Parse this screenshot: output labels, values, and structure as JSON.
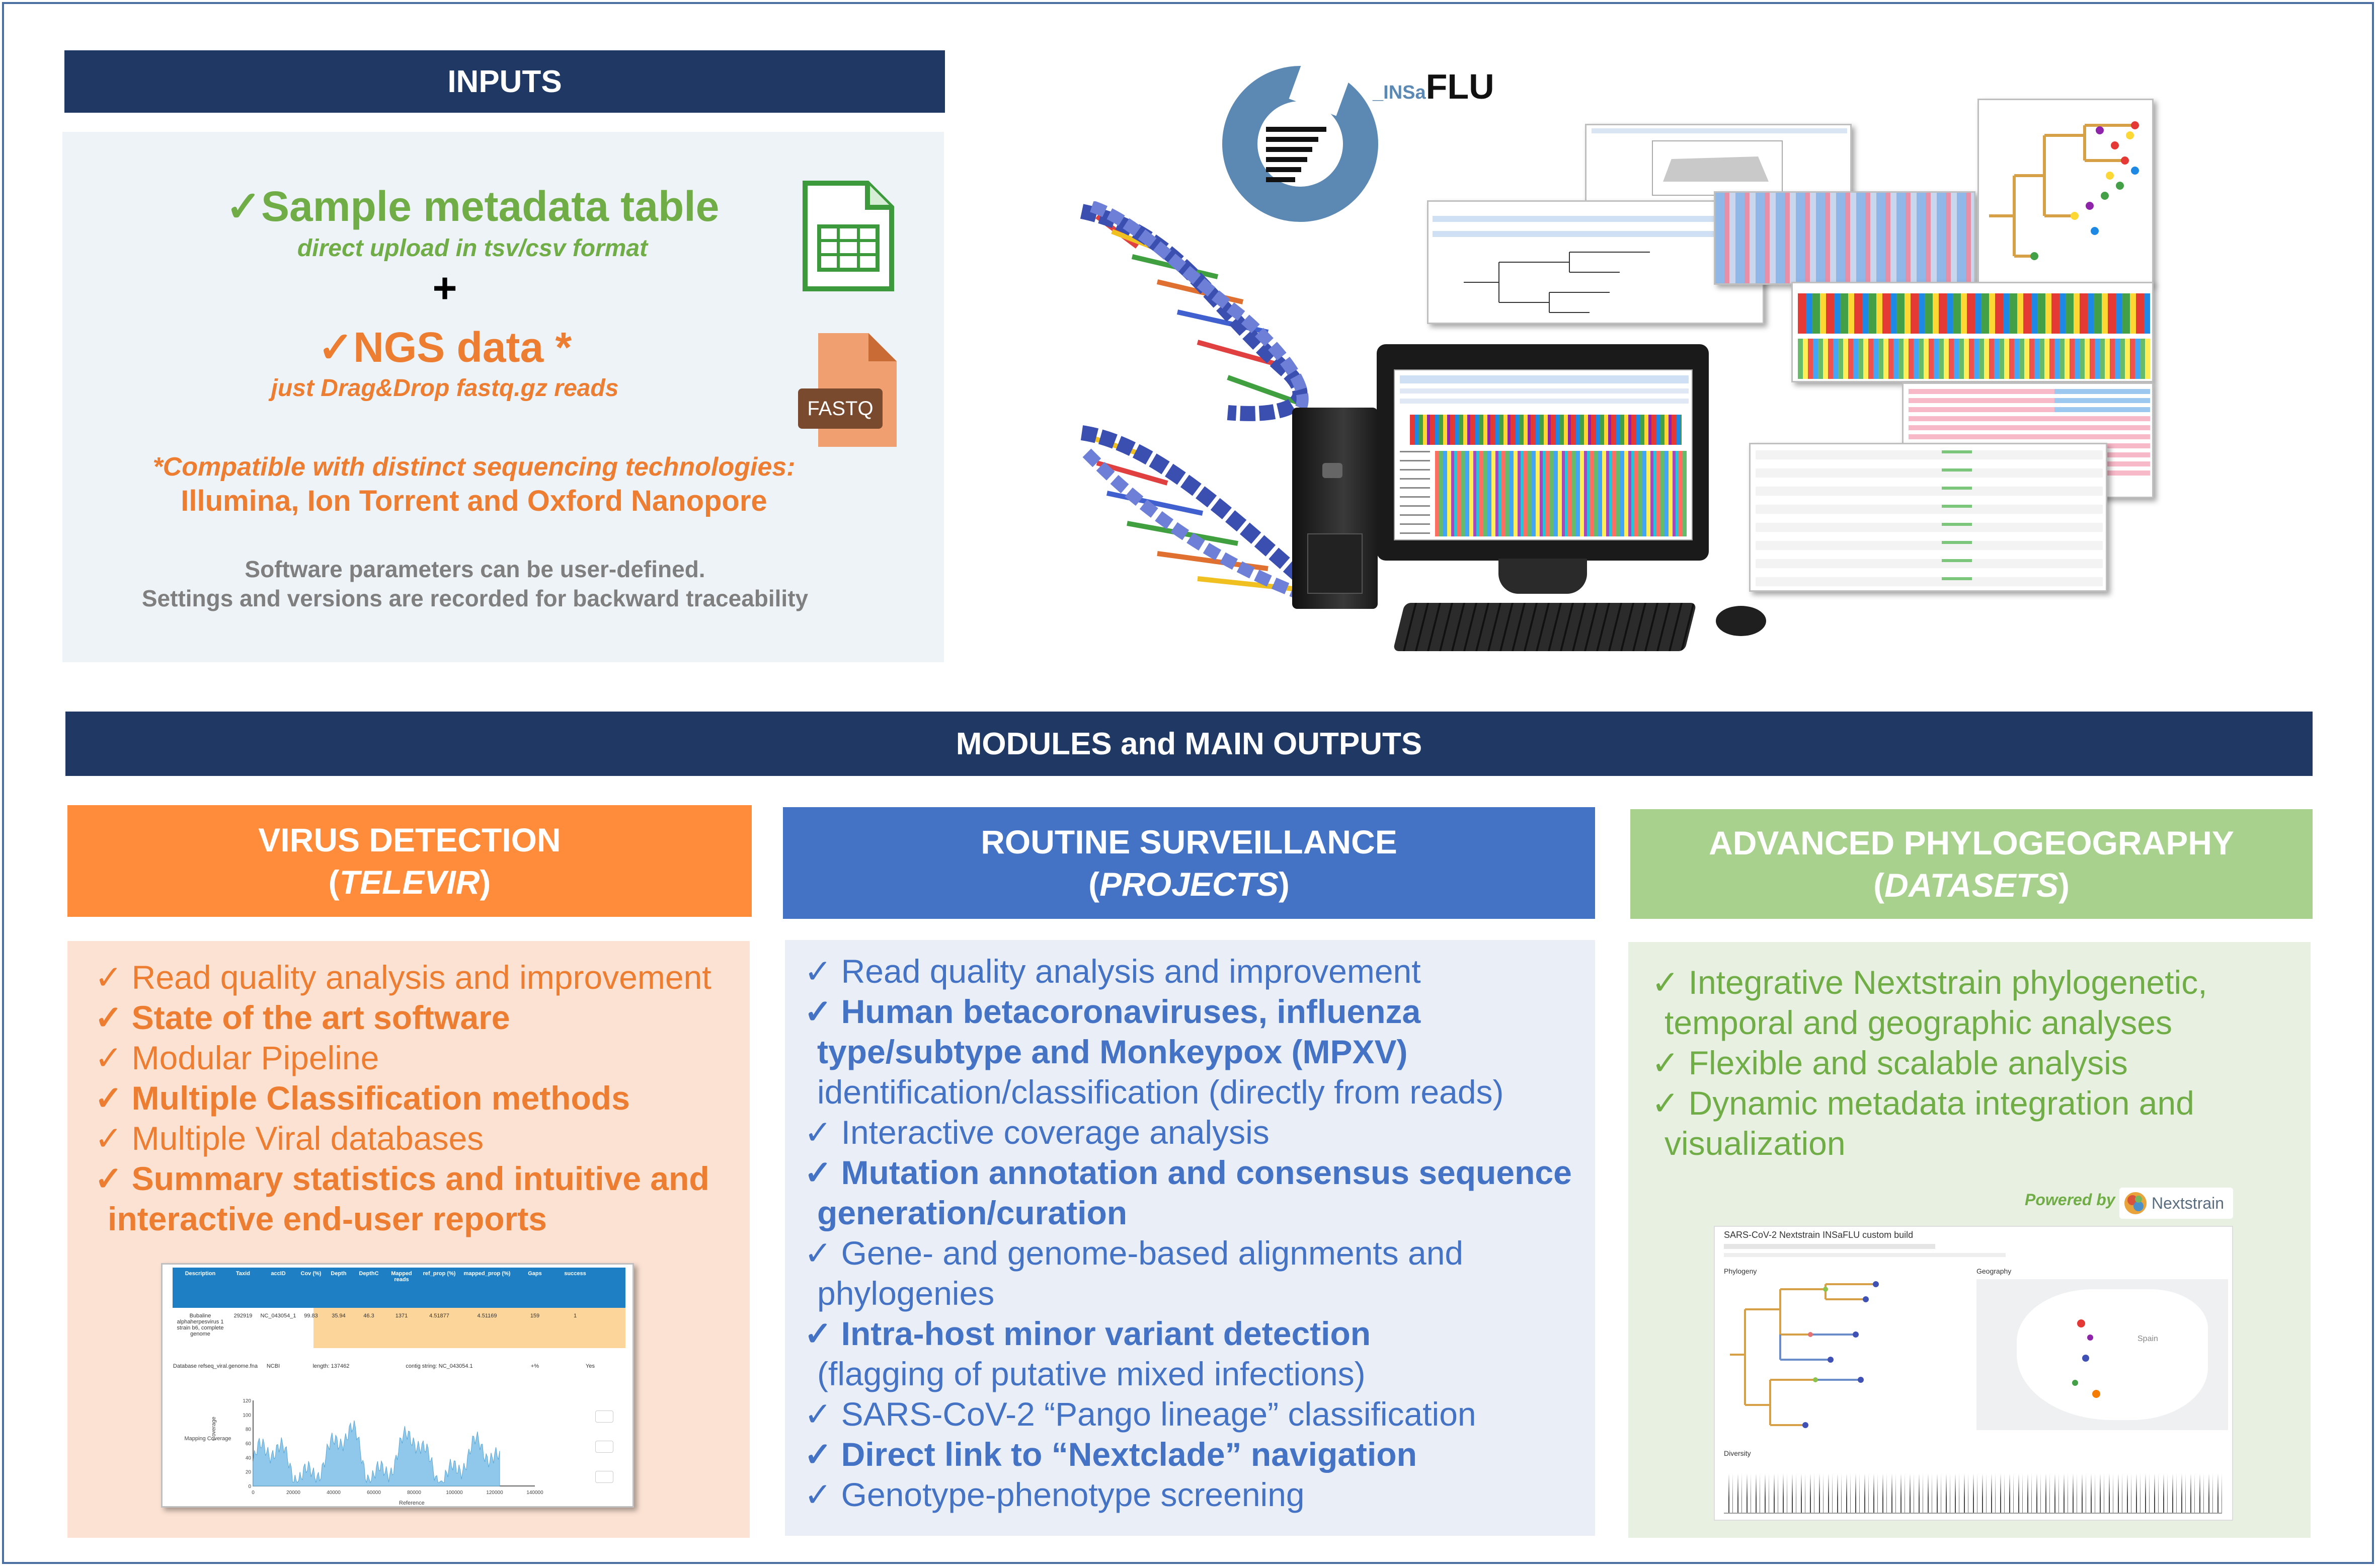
{
  "inputs": {
    "banner": "INPUTS",
    "metadata_title": "Sample metadata table",
    "metadata_sub": "direct upload in tsv/csv format",
    "plus": "+",
    "ngs_title": "NGS data *",
    "ngs_sub": "just Drag&Drop fastq.gz reads",
    "fastq_label": "FASTQ",
    "compat_line1": "*Compatible with distinct sequencing technologies:",
    "compat_line2": "Illumina, Ion Torrent and Oxford Nanopore",
    "params_line1": "Software parameters can be user-defined.",
    "params_line2": "Settings and versions are recorded for backward traceability",
    "check": "✓"
  },
  "logo": {
    "prefix": "_INSa",
    "suffix": "FLU"
  },
  "modules_banner": "MODULES and MAIN OUTPUTS",
  "televir": {
    "title": "VIRUS DETECTION",
    "subtitle": "TELEVIR",
    "color": "#ff8c3a",
    "items": [
      {
        "text": "Read quality analysis and improvement",
        "bold": false
      },
      {
        "text": "State of the art software",
        "bold": true
      },
      {
        "text": "Modular Pipeline",
        "bold": false
      },
      {
        "text": "Multiple Classification methods",
        "bold": true
      },
      {
        "text": "Multiple Viral databases",
        "bold": false
      },
      {
        "text": "Summary statistics and intuitive and",
        "bold": true
      },
      {
        "text": "interactive end-user reports",
        "bold": true
      }
    ],
    "table_headers": [
      "Description",
      "Taxid",
      "accID",
      "Cov (%)",
      "Depth",
      "DepthC",
      "Mapped reads",
      "ref_prop (%)",
      "mapped_prop (%)",
      "Gaps",
      "success"
    ],
    "table_row": [
      "Bubaline alphaherpesvirus 1 strain b6, complete genome",
      "292919",
      "NC_043054_1",
      "99.83",
      "35.94",
      "46.3",
      "1371",
      "4.51877",
      "4.51169",
      "159",
      "1"
    ],
    "table_row2": [
      "Database refseq_viral.genome.fna",
      "NCBI",
      "length: 137462",
      "contig string: NC_043054.1",
      "+%",
      "Yes"
    ],
    "plot_ylabel": "Coverage",
    "plot_xlabel": "Reference",
    "plot_side": "Mapping Coverage",
    "plot_yticks": [
      "120",
      "100",
      "80",
      "60",
      "40",
      "20",
      "0"
    ],
    "plot_xticks": [
      "0",
      "20000",
      "40000",
      "60000",
      "80000",
      "100000",
      "120000",
      "140000"
    ]
  },
  "projects": {
    "title": "ROUTINE SURVEILLANCE",
    "subtitle": "PROJECTS",
    "color": "#4472c4",
    "items": [
      {
        "text": "Read quality analysis and improvement",
        "bold": false,
        "check": true
      },
      {
        "text": "Human betacoronaviruses, influenza",
        "bold": true,
        "check": true
      },
      {
        "text": "type/subtype and Monkeypox (MPXV)",
        "bold": true,
        "check": false
      },
      {
        "text": "identification/classification (directly from reads)",
        "bold": false,
        "check": false
      },
      {
        "text": "Interactive coverage analysis",
        "bold": false,
        "check": true
      },
      {
        "text": "Mutation annotation and consensus sequence",
        "bold": true,
        "check": true
      },
      {
        "text": "generation/curation",
        "bold": true,
        "check": false
      },
      {
        "text": "Gene- and genome-based alignments and",
        "bold": false,
        "check": true
      },
      {
        "text": "phylogenies",
        "bold": false,
        "check": false
      },
      {
        "text": "Intra-host minor variant detection",
        "bold": true,
        "check": true
      },
      {
        "text": "(flagging of putative mixed infections)",
        "bold": false,
        "check": false
      },
      {
        "text": "SARS-CoV-2 “Pango lineage” classification",
        "bold": false,
        "check": true
      },
      {
        "text": "Direct link to “Nextclade” navigation",
        "bold": true,
        "check": true
      },
      {
        "text": "Genotype-phenotype screening",
        "bold": false,
        "check": true
      }
    ]
  },
  "datasets": {
    "title": "ADVANCED PHYLOGEOGRAPHY",
    "subtitle": "DATASETS",
    "color": "#a9d18e",
    "items": [
      {
        "text": "Integrative Nextstrain phylogenetic,",
        "check": true
      },
      {
        "text": "temporal and geographic analyses",
        "check": false
      },
      {
        "text": "Flexible and scalable analysis",
        "check": true
      },
      {
        "text": "Dynamic metadata integration and",
        "check": true
      },
      {
        "text": "visualization",
        "check": false
      }
    ],
    "powered_by": "Powered by",
    "nextstrain": "Nextstrain",
    "build_title": "SARS-CoV-2 Nextstrain INSaFLU custom build",
    "phylogeny_label": "Phylogeny",
    "geography_label": "Geography",
    "map_label": "Spain",
    "diversity_label": "Diversity"
  },
  "colors": {
    "navy": "#1f3864",
    "televir_bg": "#fce2d3",
    "projects_bg": "#e9eef7",
    "datasets_bg": "#e8f1e1",
    "inputs_bg": "#eef3f8"
  }
}
